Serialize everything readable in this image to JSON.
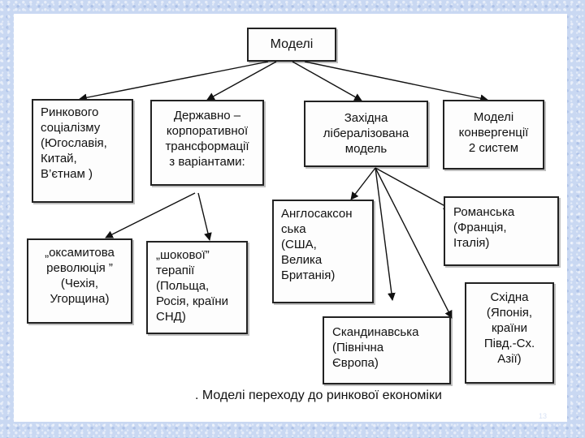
{
  "diagram": {
    "root": "Моделі",
    "level1": [
      "Ринкового\nсоціалізму\n(Югославія,\nКитай,\nВ’єтнам )",
      "Державно –\nкорпоративної\nтрансформації\nз  варіантами:",
      "Західна\nлібералізована\nмодель",
      "Моделі\nконвергенції\n2 систем"
    ],
    "corporate_variants": [
      "„оксамитова\nреволюція ”\n(Чехія,\nУгорщина)",
      "„шокової”\nтерапії\n(Польща,\nРосія, країни\nСНД)"
    ],
    "western_variants": [
      "Англосаксон\nська\n(США,\nВелика\nБританія)",
      "Романська\n(Франція,\nІталія)",
      "Скандинавська\n(Північна\nЄвропа)",
      "Східна\n(Японія,\nкраїни\nПівд.-Сх.\nАзії)"
    ],
    "caption": ". Моделі   переходу до  ринкової економіки",
    "page_number": "13"
  }
}
